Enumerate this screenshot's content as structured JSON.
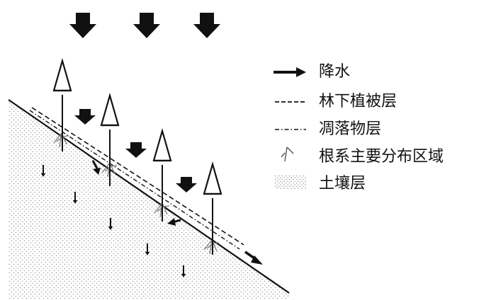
{
  "legend": {
    "precipitation": "降水",
    "understory": "林下植被层",
    "litter": "凋落物层",
    "roots": "根系主要分布区域",
    "soil": "土壤层"
  },
  "icons": {
    "precipitation": "thick-arrow-icon",
    "understory": "dashed-line-icon",
    "litter": "dash-dot-line-icon",
    "roots": "root-icon",
    "soil": "dotted-area-icon"
  },
  "colors": {
    "line": "#111111",
    "soil_dot": "#9a9a9a",
    "root": "#7a7a7a"
  }
}
